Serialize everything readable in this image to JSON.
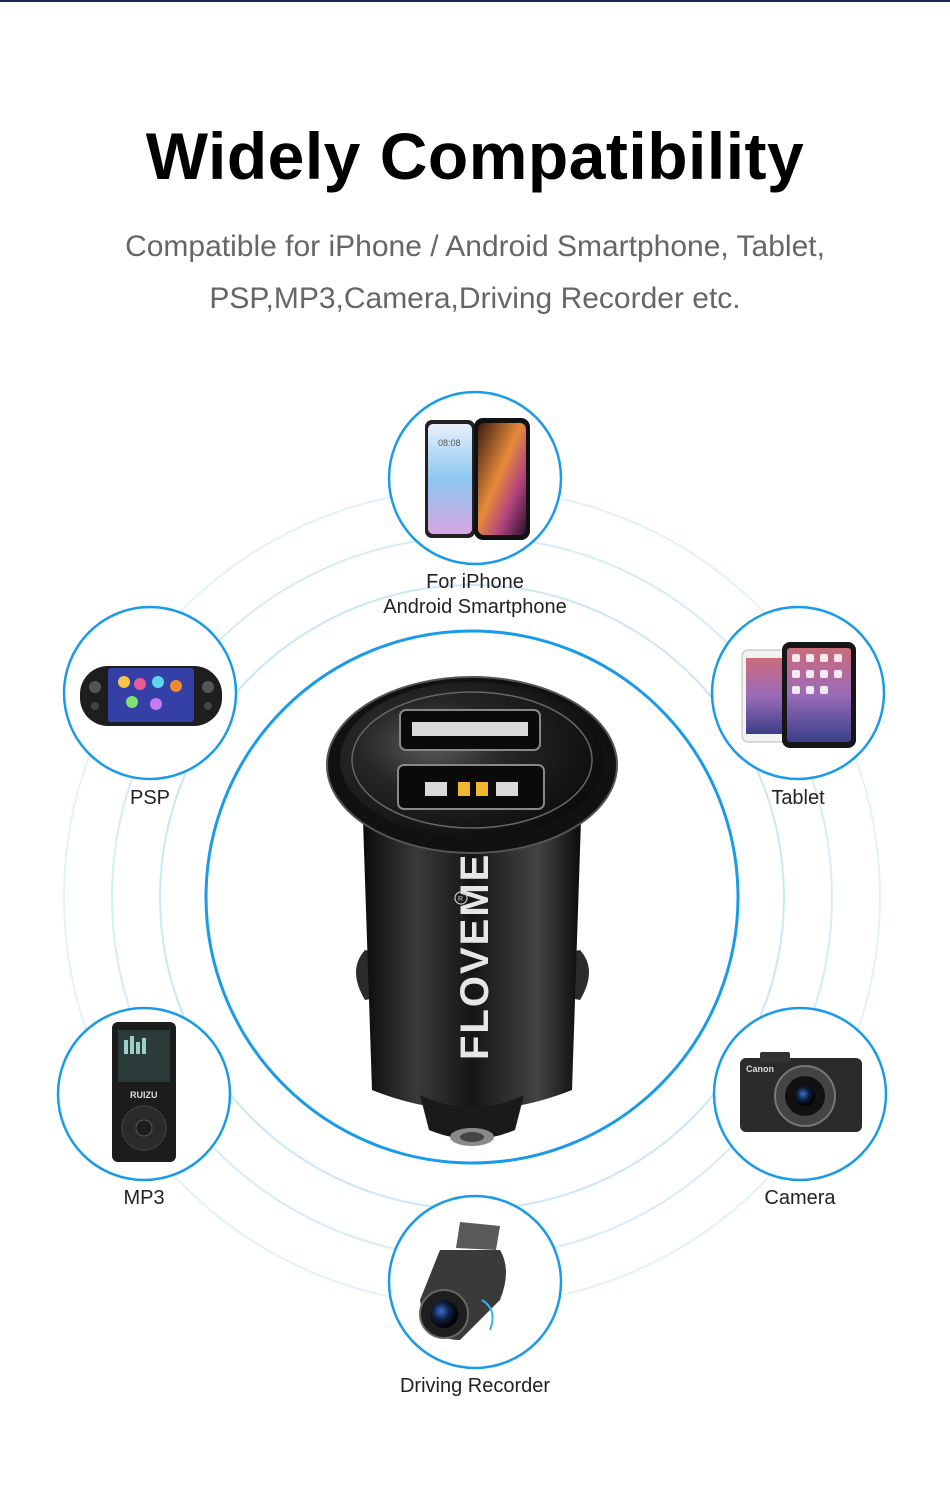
{
  "header": {
    "title": "Widely Compatibility",
    "subtitle_line1": "Compatible for iPhone / Android Smartphone, Tablet,",
    "subtitle_line2": "PSP,MP3,Camera,Driving Recorder etc."
  },
  "product": {
    "brand": "FLOVEME",
    "registered_mark": "R"
  },
  "devices": [
    {
      "id": "phone",
      "label_line1": "For iPhone",
      "label_line2": "Android Smartphone",
      "icon": "smartphone-icon"
    },
    {
      "id": "psp",
      "label_line1": "PSP",
      "icon": "game-console-icon"
    },
    {
      "id": "tablet",
      "label_line1": "Tablet",
      "icon": "tablet-icon"
    },
    {
      "id": "mp3",
      "label_line1": "MP3",
      "icon": "mp3-player-icon"
    },
    {
      "id": "camera",
      "label_line1": "Camera",
      "icon": "camera-icon"
    },
    {
      "id": "recorder",
      "label_line1": "Driving Recorder",
      "icon": "dashcam-icon"
    }
  ],
  "device_screens": {
    "phone_time": "08:08",
    "mp3_brand": "RUIZU",
    "camera_brand": "Canon"
  },
  "colors": {
    "accent": "#1a9be8",
    "ring": "#cfe8f7",
    "charger": "#1a1a1a"
  }
}
